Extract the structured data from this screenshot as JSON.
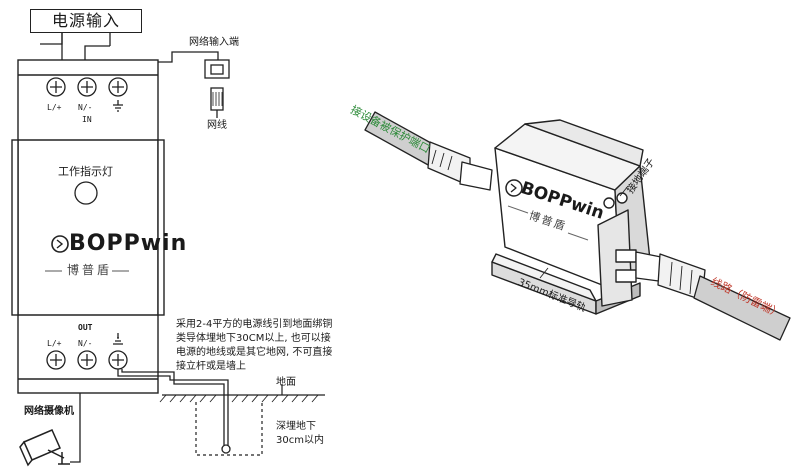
{
  "left_diagram": {
    "title": "电源输入",
    "network_input_label": "网络输入端",
    "network_cable_label": "网线",
    "terminal_labels_top": [
      "L/+",
      "N/-",
      "IN"
    ],
    "indicator_label": "工作指示灯",
    "brand": "BOPPwin",
    "brand_cn": "博普盾",
    "out_label": "OUT",
    "terminal_labels_bottom": [
      "L/+",
      "N/-"
    ],
    "camera_label": "网络摄像机",
    "ground_note": "采用2-4平方的电源线引到地面绑铜类导体埋地下30CM以上, 也可以接电源的地线或是其它地网, 不可直接接立杆或是墙上",
    "ground_label": "地面",
    "bury_label_1": "深埋地下",
    "bury_label_2": "30cm以内"
  },
  "right_diagram": {
    "device_port_label": "接设备被保护端口",
    "ground_terminal_label": "接地端子",
    "rail_label": "35mm标准导轨",
    "line_label": "线路（防雷端）",
    "brand": "BOPPwin",
    "brand_cn": "博普盾"
  },
  "colors": {
    "green_label": "#2e8b3a",
    "red_label": "#c0392b",
    "line": "#222222"
  }
}
